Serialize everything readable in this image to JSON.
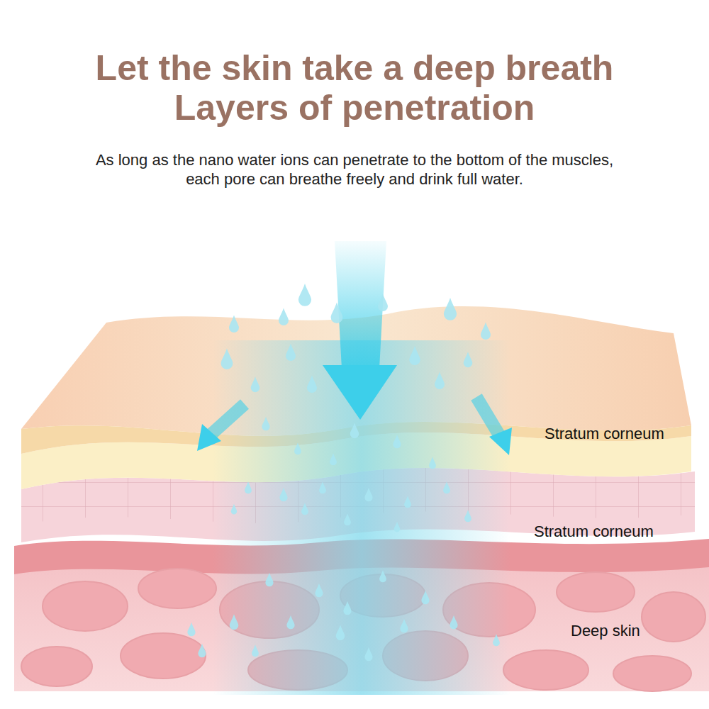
{
  "diagram": {
    "title": "Let the skin take a deep breath Layers of penetration",
    "labels": [
      "As long as the nano water ions can penetrate to the bottom of the muscles, each pore can breathe freely and drink full water.",
      "Stratum corneum",
      "Stratum corneum",
      "Deep skin"
    ]
  }
}
